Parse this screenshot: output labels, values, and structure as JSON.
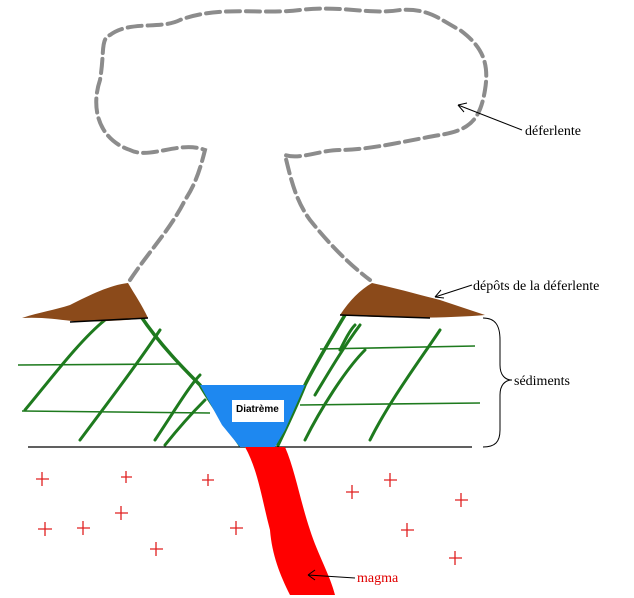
{
  "labels": {
    "cloud": "déferlente",
    "deposits": "dépôts de la déferlente",
    "sediments": "sédiments",
    "diatreme": "Diatrème",
    "magma": "magma"
  },
  "colors": {
    "cloud_outline": "#8c8c8c",
    "deposits": "#8b4a1a",
    "sediment_lines": "#1e7a1e",
    "diatreme": "#1e88f0",
    "magma": "#ff0000",
    "plus_marks": "#e02020"
  },
  "icons": {
    "granite_marks": "plus-sign"
  }
}
